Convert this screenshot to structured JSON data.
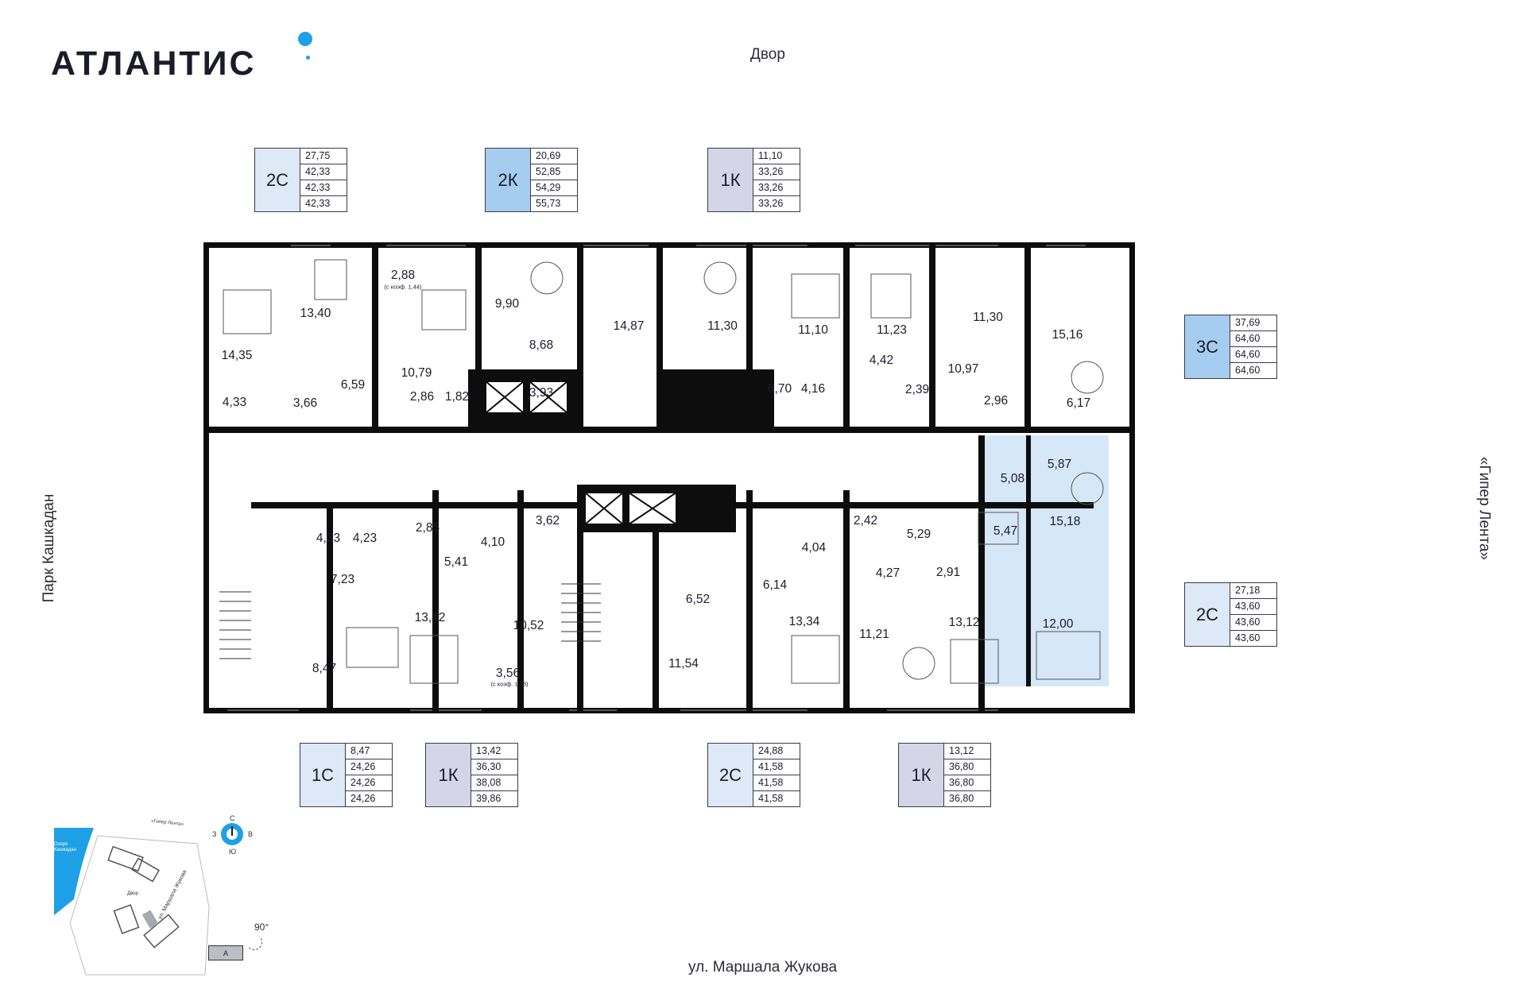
{
  "brand": {
    "logo_text": "АТЛАНТИС"
  },
  "orientation": {
    "top": "Двор",
    "bottom": "ул. Маршала Жукова",
    "left": "Парк Кашкадан",
    "right": "«Гипер Лента»"
  },
  "colors": {
    "2C": "#dde9f6",
    "2K": "#a6cdef",
    "1K": "#d4d5e6",
    "3C": "#a6cdef",
    "1C": "#dde9f6",
    "highlight": "#d6e7f7",
    "accent": "#1ea0e6",
    "wall": "#0d0d0d"
  },
  "legends": [
    {
      "code": "2С",
      "values": [
        "27,75",
        "42,33",
        "42,33",
        "42,33"
      ]
    },
    {
      "code": "2К",
      "values": [
        "20,69",
        "52,85",
        "54,29",
        "55,73"
      ]
    },
    {
      "code": "1К",
      "values": [
        "11,10",
        "33,26",
        "33,26",
        "33,26"
      ]
    },
    {
      "code": "3С",
      "values": [
        "37,69",
        "64,60",
        "64,60",
        "64,60"
      ]
    },
    {
      "code": "2С",
      "values": [
        "27,18",
        "43,60",
        "43,60",
        "43,60"
      ]
    },
    {
      "code": "1С",
      "values": [
        "8,47",
        "24,26",
        "24,26",
        "24,26"
      ]
    },
    {
      "code": "1К",
      "values": [
        "13,42",
        "36,30",
        "38,08",
        "39,86"
      ]
    },
    {
      "code": "2С",
      "values": [
        "24,88",
        "41,58",
        "41,58",
        "41,58"
      ]
    },
    {
      "code": "1К",
      "values": [
        "13,12",
        "36,80",
        "36,80",
        "36,80"
      ]
    }
  ],
  "rooms": [
    "14,35",
    "13,40",
    "2,88",
    "10,79",
    "9,90",
    "8,68",
    "14,87",
    "11,30",
    "11,10",
    "11,23",
    "11,30",
    "15,16",
    "4,33",
    "3,66",
    "6,59",
    "2,86",
    "1,82",
    "3,93",
    "6,70",
    "4,16",
    "4,42",
    "2,39",
    "10,97",
    "2,96",
    "6,17",
    "5,87",
    "5,08",
    "15,18",
    "5,47",
    "12,00",
    "4,33",
    "4,23",
    "2,85",
    "4,10",
    "3,62",
    "5,41",
    "7,23",
    "13,42",
    "10,52",
    "8,47",
    "3,56",
    "6,52",
    "11,54",
    "6,14",
    "4,04",
    "2,42",
    "5,29",
    "4,27",
    "2,91",
    "13,34",
    "11,21",
    "13,12"
  ],
  "coefs": [
    "(с коэф. 1,44)",
    "(с коэф. 1,78)"
  ],
  "minimap": {
    "lake": "Озеро Кашкадан",
    "road_top": "«Гипер Лента»",
    "road_side": "ул. Маршала Жукова",
    "yard": "Двор",
    "compass": {
      "n": "С",
      "s": "Ю",
      "w": "З",
      "e": "В"
    },
    "angle": "90°",
    "section": "А"
  }
}
